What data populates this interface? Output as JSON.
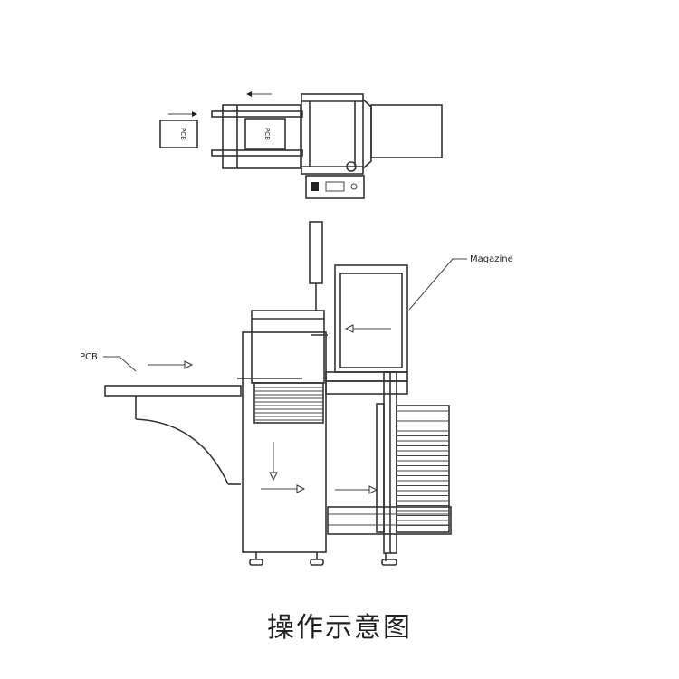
{
  "labels": {
    "magazine": "Magazine",
    "pcb": "PCB",
    "pcb_top_1": "PCB",
    "pcb_top_2": "PCB"
  },
  "caption": "操作示意图",
  "colors": {
    "line": "#333333",
    "background": "#ffffff"
  }
}
